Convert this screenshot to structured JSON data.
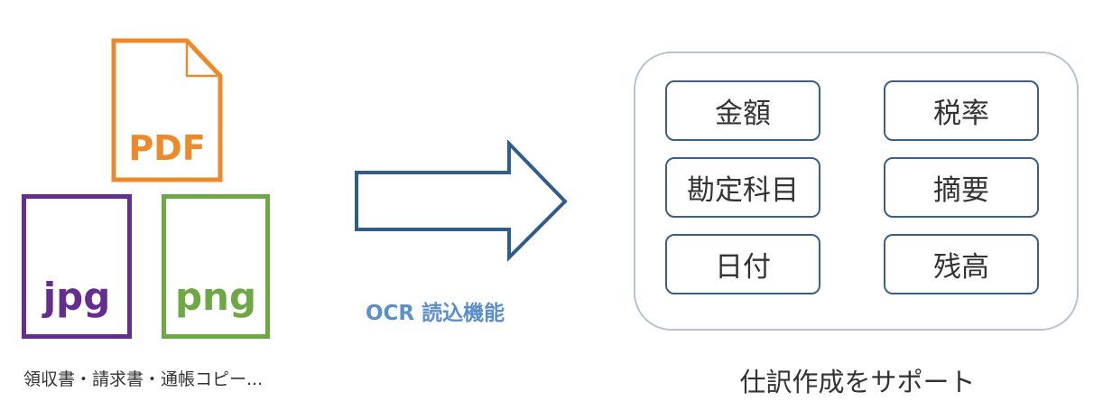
{
  "sources": {
    "documents": [
      {
        "label": "PDF",
        "color": "#ec8a2b"
      },
      {
        "label": "jpg",
        "color": "#662d91"
      },
      {
        "label": "png",
        "color": "#6da844"
      }
    ],
    "caption": "領収書・請求書・通帳コピー..."
  },
  "process": {
    "label": "OCR 読込機能",
    "arrow_color": "#2f5d8c",
    "label_color": "#5b8fc9"
  },
  "result": {
    "fields": [
      "金額",
      "税率",
      "勘定科目",
      "摘要",
      "日付",
      "残高"
    ],
    "caption": "仕訳作成をサポート",
    "border_color": "#3a5f8a"
  }
}
